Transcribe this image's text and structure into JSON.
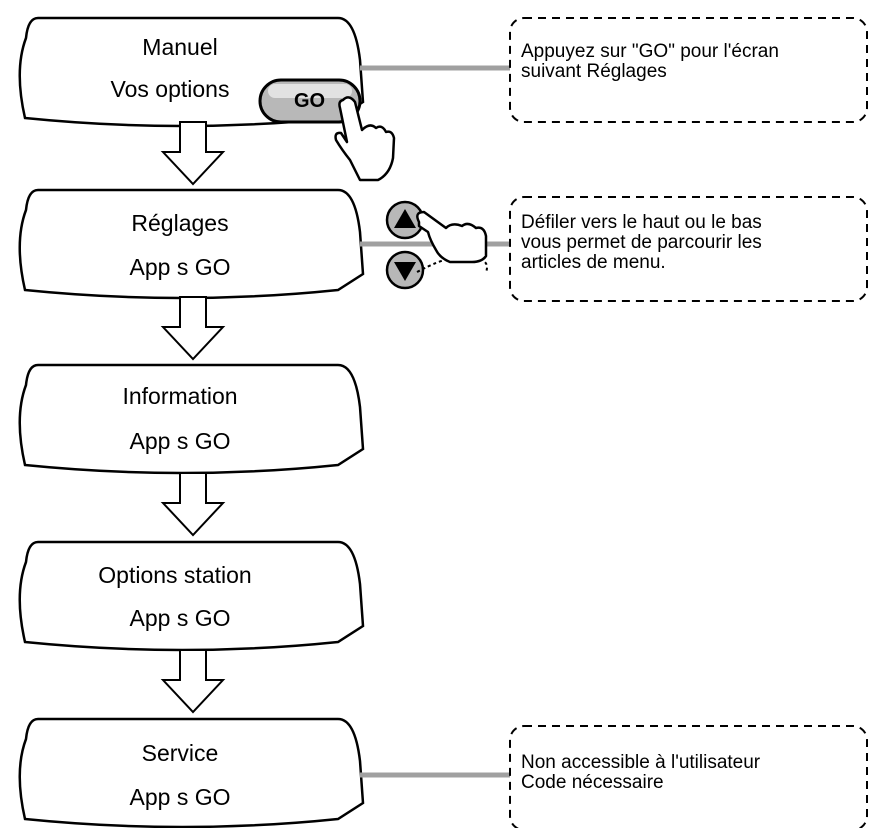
{
  "screens": [
    {
      "title": "Manuel",
      "subtitle": "Vos options"
    },
    {
      "title": "Réglages",
      "subtitle": "App s GO"
    },
    {
      "title": "Information",
      "subtitle": "App s GO"
    },
    {
      "title": "Options station",
      "subtitle": "App s GO"
    },
    {
      "title": "Service",
      "subtitle": "App s GO"
    }
  ],
  "go_button": {
    "label": "GO"
  },
  "notes": [
    {
      "lines": [
        "Appuyez sur \"GO\" pour l'écran",
        "suivant Réglages"
      ]
    },
    {
      "lines": [
        "Défiler vers le haut ou le bas",
        "vous permet de parcourir les",
        "articles de menu."
      ]
    },
    {
      "lines": [
        "Non accessible à l'utilisateur",
        "Code nécessaire"
      ]
    }
  ],
  "scroll_buttons": {
    "up_icon": "up-triangle",
    "down_icon": "down-triangle"
  },
  "colors": {
    "connector": "#a0a0a0",
    "button_fill": "#b8b8b8",
    "outline": "#000000"
  }
}
